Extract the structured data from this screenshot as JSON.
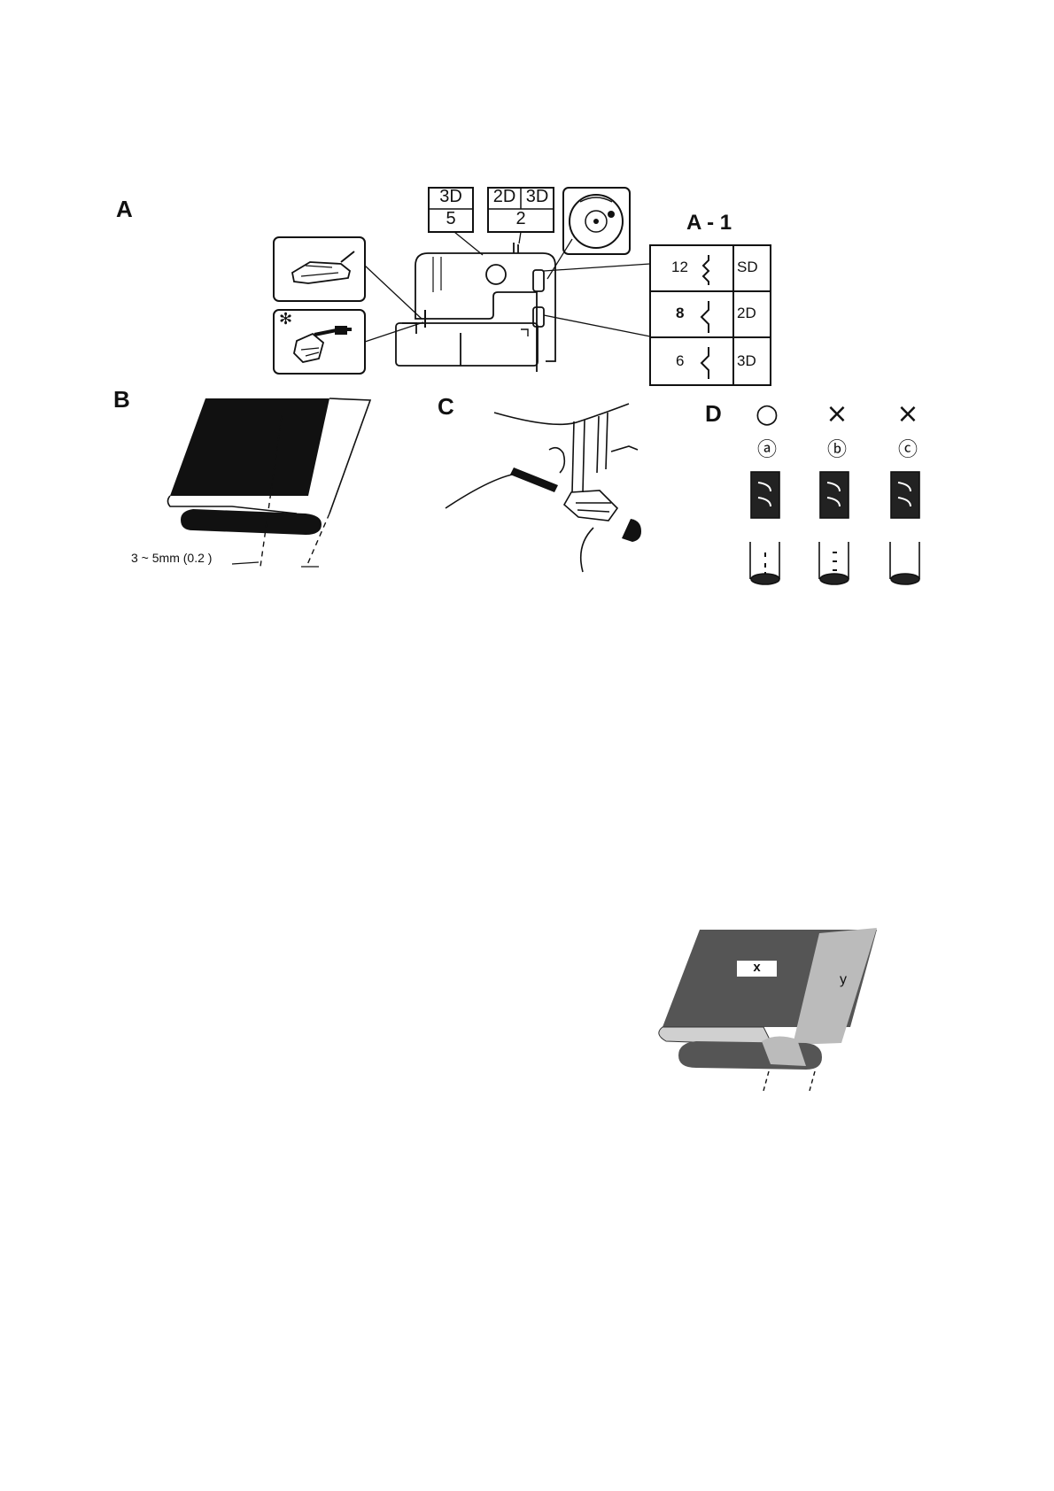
{
  "figures": {
    "A": {
      "label": "A"
    },
    "A1": {
      "label": "A - 1"
    },
    "B": {
      "label": "B",
      "measurement": "3 ~ 5mm (0.2 )"
    },
    "C": {
      "label": "C"
    },
    "D": {
      "label": "D"
    }
  },
  "callouts": {
    "tension_box": {
      "top": "3D",
      "bottom": "5"
    },
    "length_box": {
      "top_left": "2D",
      "top_right": "3D",
      "bottom": "2"
    },
    "asterisk": "✻"
  },
  "stitch_table": [
    {
      "number": "12",
      "code": "SD"
    },
    {
      "number": "8",
      "code": "2D"
    },
    {
      "number": "6",
      "code": "3D"
    }
  ],
  "results": [
    {
      "mark": "○",
      "letter": "ⓐ"
    },
    {
      "mark": "×",
      "letter": "ⓑ"
    },
    {
      "mark": "×",
      "letter": "ⓒ"
    }
  ],
  "fabric_labels": {
    "x": "x",
    "y": "y"
  },
  "icons": [
    "presser-foot-icon",
    "blind-hem-foot-icon",
    "pattern-dial-icon",
    "stitch-symbol-icon"
  ]
}
